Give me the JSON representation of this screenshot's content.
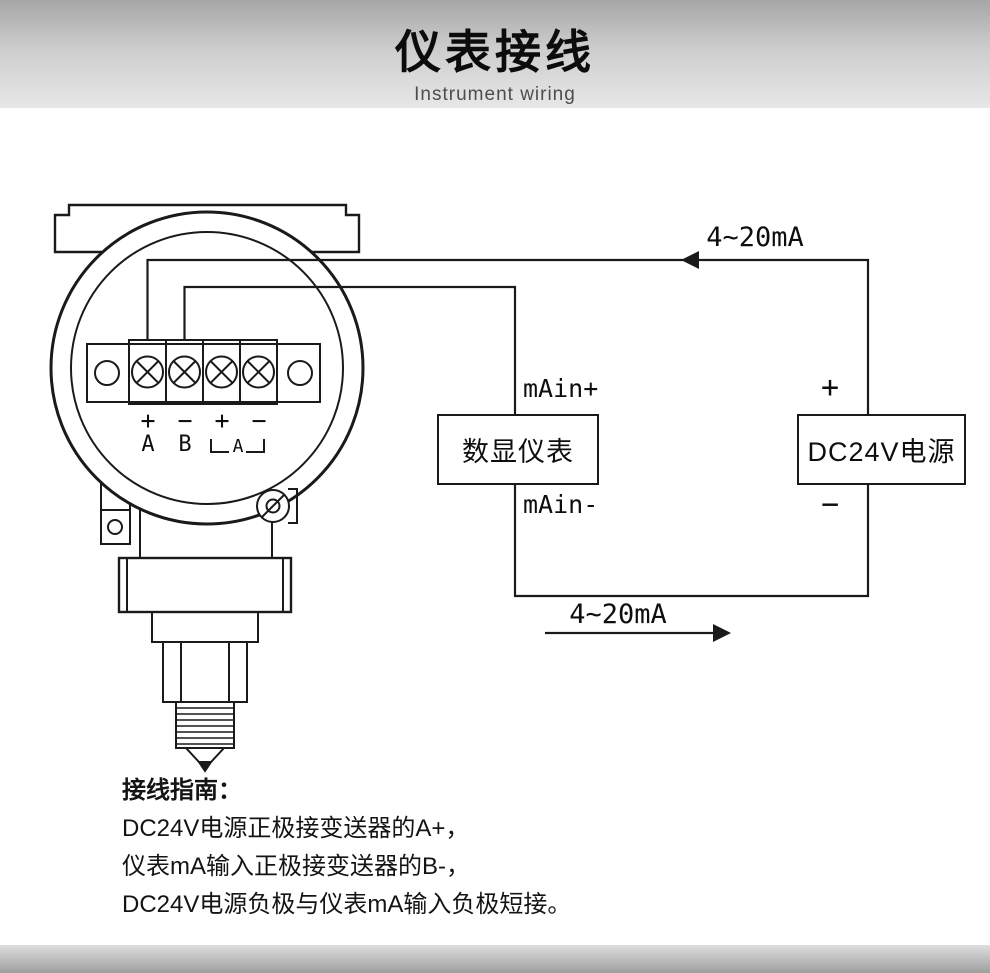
{
  "header": {
    "title": "仪表接线",
    "subtitle": "Instrument wiring"
  },
  "diagram": {
    "top_flow_label": "4~20mA",
    "bottom_flow_label": "4~20mA",
    "instrument_label": "数显仪表",
    "power_label": "DC24V电源",
    "ma_in_plus": "mAin+",
    "ma_in_minus": "mAin-",
    "power_plus": "+",
    "power_minus": "−",
    "terminals": {
      "sign1": "+",
      "sign2": "−",
      "sign3": "+",
      "sign4": "−",
      "label_a": "A",
      "label_b": "B",
      "bracket_label": "A"
    },
    "line_color": "#1a1a1a"
  },
  "guide": {
    "heading": "接线指南：",
    "lines": [
      "DC24V电源正极接变送器的A+，",
      "仪表mA输入正极接变送器的B-，",
      "DC24V电源负极与仪表mA输入负极短接。"
    ]
  }
}
